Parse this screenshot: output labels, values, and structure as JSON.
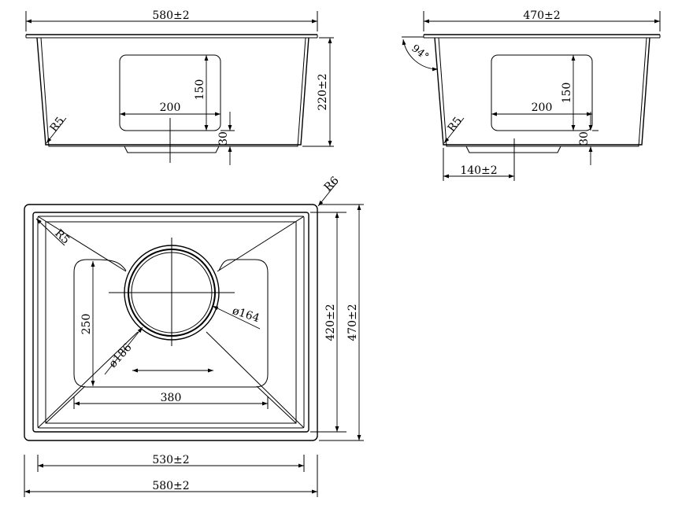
{
  "front_view": {
    "width_label": "580±2",
    "height_label": "220±2",
    "corner_radius_label": "R5",
    "recess_width_label": "200",
    "recess_height_label": "150",
    "recess_offset_label": "30"
  },
  "side_view": {
    "width_label": "470±2",
    "angle_label": "94°",
    "corner_radius_label": "R5",
    "recess_width_label": "200",
    "recess_height_label": "150",
    "recess_offset_label": "30",
    "drain_offset_label": "140±2"
  },
  "top_view": {
    "outer_radius_label": "R6",
    "inner_radius_label": "R5",
    "drain_diameter_label": "ø164",
    "outlet_diameter_label": "ø186",
    "recess_height_label": "250",
    "recess_width_label": "380",
    "inner_depth_label": "420±2",
    "outer_depth_label": "470±2",
    "inner_width_label": "530±2",
    "outer_width_label": "580±2"
  },
  "colors": {
    "line": "#000000",
    "background": "#ffffff"
  }
}
